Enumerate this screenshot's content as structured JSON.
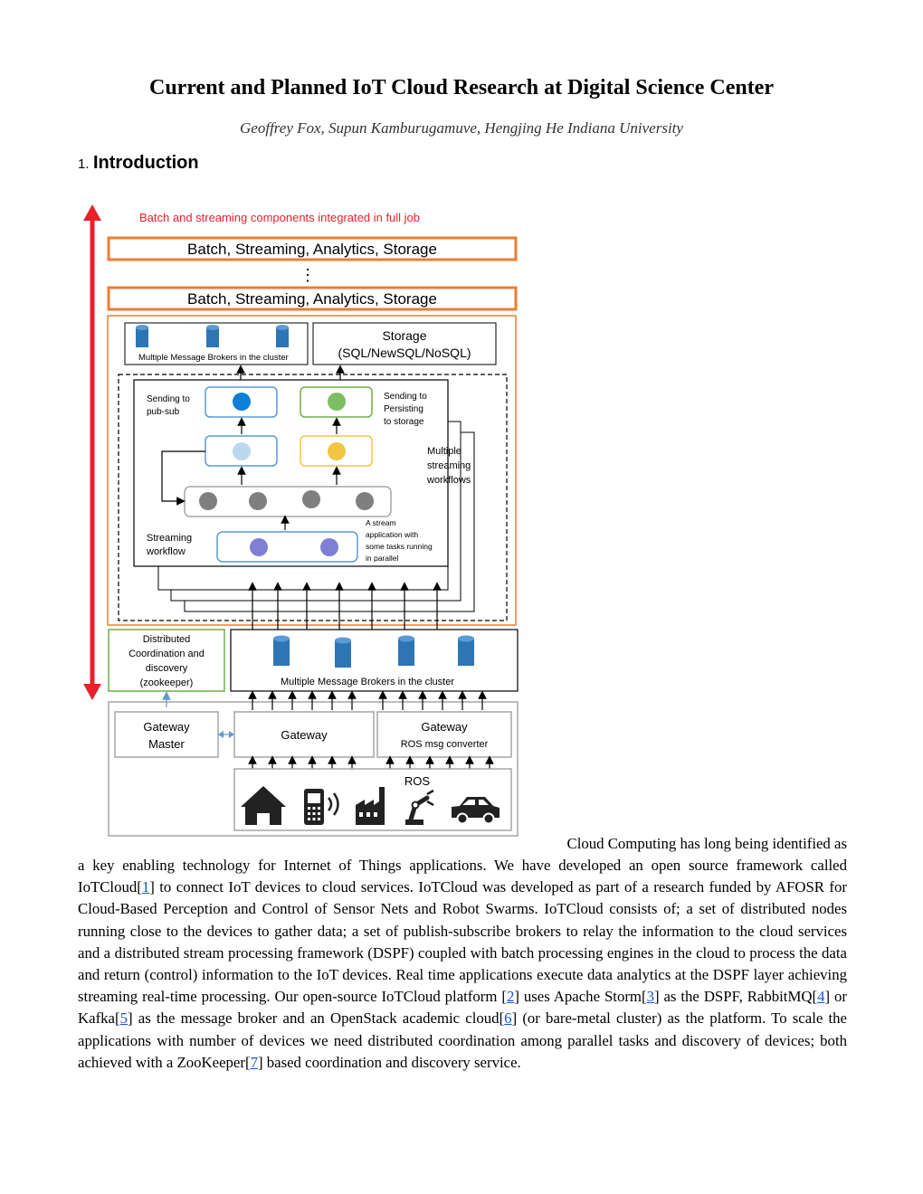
{
  "title": "Current and Planned IoT Cloud Research at Digital Science Center",
  "authors": "Geoffrey Fox, Supun Kamburugamuve, Hengjing He Indiana University",
  "section": {
    "number": "1.",
    "title": "Introduction"
  },
  "figure": {
    "header_note": "Batch and streaming components integrated in full job",
    "layer_label": "Batch, Streaming, Analytics, Storage",
    "brokers_top_label": "Multiple Message Brokers in the cluster",
    "storage_title": "Storage",
    "storage_sub": "(SQL/NewSQL/NoSQL)",
    "sending_pubsub": [
      "Sending to",
      "pub-sub"
    ],
    "sending_persist": [
      "Sending to",
      "Persisting",
      "to storage"
    ],
    "multiple_workflows": [
      "Multiple",
      "streaming",
      "workflows"
    ],
    "streaming_workflow": [
      "Streaming",
      "workflow"
    ],
    "stream_app": [
      "A stream",
      "application with",
      "some tasks running",
      "in parallel"
    ],
    "coordination": [
      "Distributed",
      "Coordination and",
      "discovery",
      "(zookeeper)"
    ],
    "brokers_bottom_label": "Multiple Message Brokers in the cluster",
    "gateway_master": [
      "Gateway",
      "Master"
    ],
    "gateway": "Gateway",
    "gateway_ros": [
      "Gateway",
      "ROS msg converter"
    ],
    "ros_label": "ROS",
    "colors": {
      "red": "#e8202a",
      "orange": "#ed7d31",
      "blue": "#2e75b6",
      "green": "#70ad47",
      "yellow": "#f4c542",
      "light_blue": "#5b9bd5"
    }
  },
  "para1_start": "Cloud Computing has long being identified as",
  "para2": {
    "t1": "a key enabling technology for Internet of Things applications. We have developed an open source framework called IoTCloud[",
    "r1": "1",
    "t2": "] to connect IoT devices to cloud services. IoTCloud was developed as part of a research funded by AFOSR for Cloud-Based Perception and Control of Sensor Nets and Robot Swarms. IoTCloud consists of; a set of distributed nodes running close to the devices to gather data; a set of publish-subscribe brokers to relay the information to the cloud services and a distributed stream processing framework (DSPF) coupled with batch processing engines in the cloud to process the data and return (control) information to the IoT devices. Real time applications execute data analytics at the DSPF layer achieving streaming real-time processing. Our open-source IoTCloud platform [",
    "r2": "2",
    "t3": "] uses Apache Storm[",
    "r3": "3",
    "t4": "] as the DSPF, RabbitMQ[",
    "r4": "4",
    "t5": "] or Kafka[",
    "r5": "5",
    "t6": "] as the message broker and an OpenStack academic cloud[",
    "r6": "6",
    "t7": "] (or bare-metal cluster) as the platform. To scale the applications with number of devices we need distributed coordination among parallel tasks and discovery of devices; both achieved with a ZooKeeper[",
    "r7": "7",
    "t8": "] based coordination and discovery service."
  }
}
